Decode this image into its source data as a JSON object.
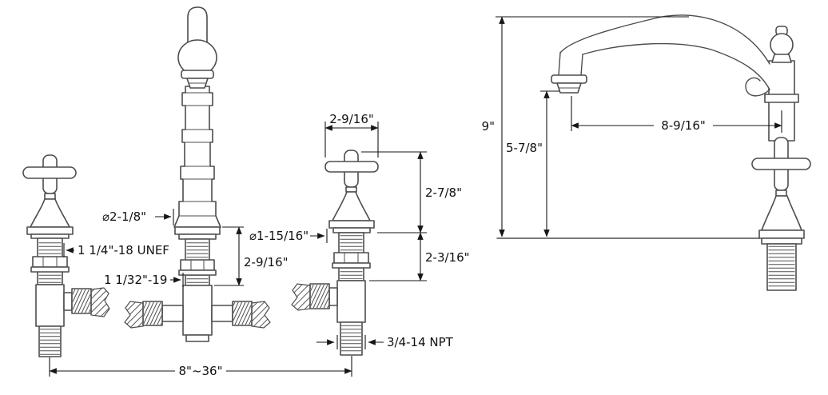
{
  "front_view": {
    "spout_flange_diameter": "⌀2-1/8\"",
    "handle_shank_thread": "1 1/4\"-18 UNEF",
    "spout_shank_thread": "1 1/32\"-19",
    "spout_shank_height": "2-9/16\"",
    "handle_width": "2-9/16\"",
    "handle_height": "2-7/8\"",
    "handle_flange_diameter": "⌀1-15/16\"",
    "handle_shank_height": "2-3/16\"",
    "supply_outlet_thread": "3/4-14 NPT",
    "spread_range": "8\"~36\""
  },
  "side_view": {
    "overall_height": "9\"",
    "spout_outlet_height": "5-7/8\"",
    "spout_reach": "8-9/16\""
  },
  "colors": {
    "outline": "#4d4d4d",
    "dimension": "#161616",
    "background": "#ffffff"
  }
}
